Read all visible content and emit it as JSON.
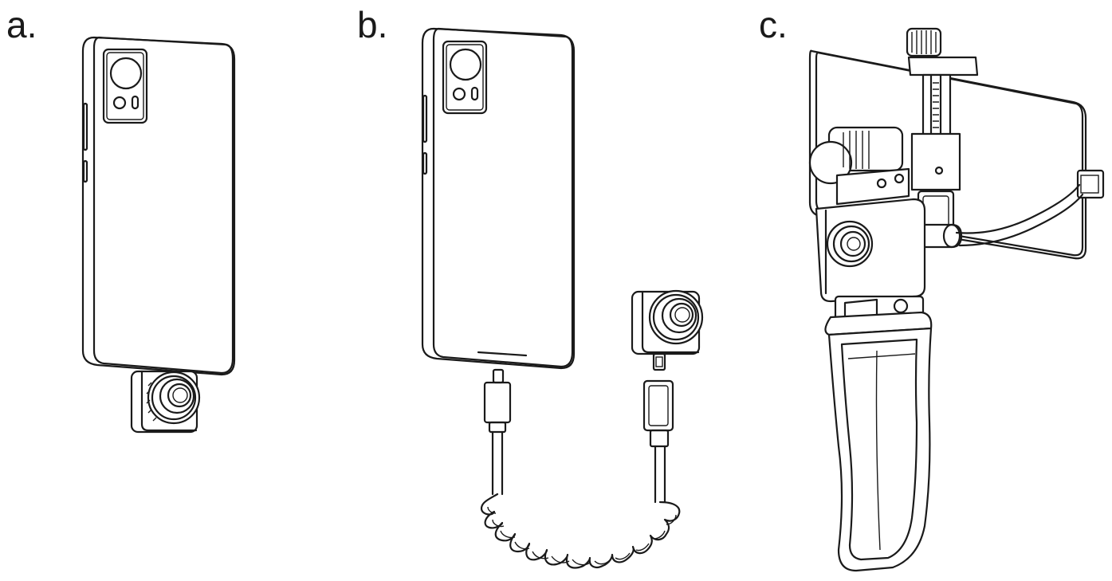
{
  "panels": {
    "a": {
      "label": "a."
    },
    "b": {
      "label": "b."
    },
    "c": {
      "label": "c."
    }
  },
  "icons": [
    "phone-back-icon",
    "thermal-camera-module-icon",
    "usb-c-plug-icon",
    "coiled-cable-icon",
    "handheld-grip-icon",
    "phone-clamp-icon"
  ],
  "colors": {
    "line": "#1a1a1a",
    "background": "#ffffff"
  }
}
